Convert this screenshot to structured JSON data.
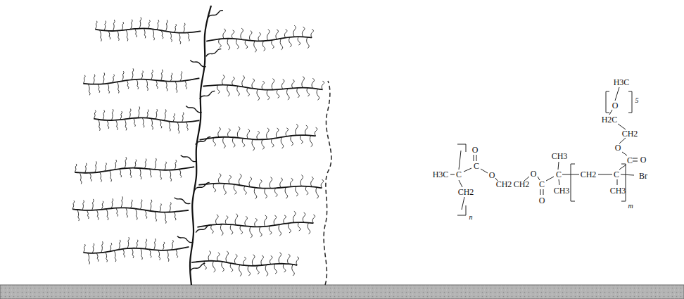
{
  "diagram": {
    "labels": [
      "H3C",
      "5",
      "O",
      "H2C",
      "CH2",
      "O",
      "C",
      "O",
      "H3C",
      "C",
      "C",
      "O",
      "O",
      "CH2",
      "CH2",
      "O",
      "C",
      "O",
      "C",
      "CH3",
      "CH3",
      "CH2",
      "C",
      "CH3",
      "m",
      "Br",
      "n",
      "CH2"
    ]
  }
}
